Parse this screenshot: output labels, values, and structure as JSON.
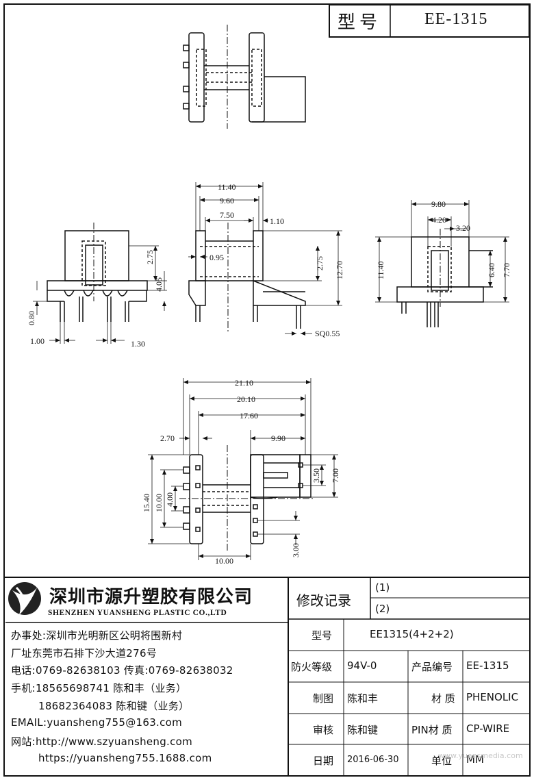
{
  "header": {
    "model_label": "型号",
    "model_value": "EE-1315"
  },
  "dims": {
    "side_w1": "11.40",
    "side_w2": "9.60",
    "side_w3": "7.50",
    "side_t": "1.10",
    "side_t2": "0.95",
    "side_h1": "2.75",
    "side_h2": "12.70",
    "side_pin": "SQ0.55",
    "front_h1": "2.75",
    "front_h2": "4.05",
    "front_h3": "0.80",
    "front_p1": "1.00",
    "front_p2": "1.30",
    "right_w1": "9.80",
    "right_w2": "4.20",
    "right_w3": "3.20",
    "right_h1": "11.40",
    "right_h2": "6.40",
    "right_h3": "7.70",
    "bot_w1": "21.10",
    "bot_w2": "20.10",
    "bot_w3": "17.60",
    "bot_w4": "2.70",
    "bot_w5": "9.90",
    "bot_h1": "15.40",
    "bot_h2": "10.00",
    "bot_h3": "4.00",
    "bot_h4": "3.50",
    "bot_h5": "7.00",
    "bot_h6": "3.00",
    "bot_w6": "10.00"
  },
  "company": {
    "name_cn": "深圳市源升塑胶有限公司",
    "name_en": "SHENZHEN YUANSHENG PLASTIC CO.,LTD",
    "office": "办事处:深圳市光明新区公明将围新村",
    "factory": "厂址东莞市石排下沙大道276号",
    "phone": "电话:0769-82638103 传真:0769-82638032",
    "mobile1": "手机:18565698741 陈和丰（业务）",
    "mobile2": "18682364083 陈和键（业务）",
    "email": "EMAIL:yuansheng755@163.com",
    "web1": "网站:http://www.szyuansheng.com",
    "web2": "https://yuansheng755.1688.com"
  },
  "revision": {
    "label": "修改记录",
    "r1": "(1)",
    "r2": "(2)"
  },
  "spec": {
    "model_label": "型号",
    "model_value": "EE1315(4+2+2)",
    "fire_label": "防火等级",
    "fire_value": "94V-0",
    "product_no_label": "产品编号",
    "product_no_value": "EE-1315",
    "drawn_label": "制图",
    "drawn_value": "陈和丰",
    "material_label": "材 质",
    "material_value": "PHENOLIC",
    "check_label": "审核",
    "check_value": "陈和键",
    "pin_label": "PIN材 质",
    "pin_value": "CP-WIRE",
    "date_label": "日期",
    "date_value": "2016-06-30",
    "unit_label": "单位",
    "unit_value": "MM"
  },
  "watermark": "www.yuansmedia.com"
}
